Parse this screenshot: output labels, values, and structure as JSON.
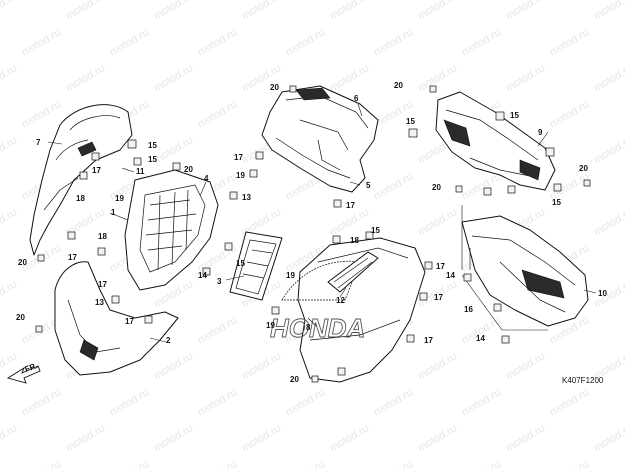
{
  "diagram": {
    "code": "K407F1200",
    "direction_label": "FR.",
    "watermark": "motod.ru",
    "honda_mark": "HONDA",
    "callouts": {
      "c2": "2",
      "c3": "3",
      "c4": "4",
      "c5": "5",
      "c6": "6",
      "c7": "7",
      "c8": "8",
      "c9": "9",
      "c10": "10",
      "c11": "11",
      "c12": "12",
      "c13a": "13",
      "c13b": "13",
      "c14a": "14",
      "c14b": "14",
      "c14c": "14",
      "c15a": "15",
      "c15b": "15",
      "c15c": "15",
      "c15d": "15",
      "c15e": "15",
      "c15f": "15",
      "c15g": "15",
      "c16": "16",
      "c17a": "17",
      "c17b": "17",
      "c17c": "17",
      "c17d": "17",
      "c17e": "17",
      "c17f": "17",
      "c17g": "17",
      "c17h": "17",
      "c17i": "17",
      "c18a": "18",
      "c18b": "18",
      "c18c": "18",
      "c19a": "19",
      "c19b": "19",
      "c19c": "19",
      "c19d": "19",
      "c20a": "20",
      "c20b": "20",
      "c20c": "20",
      "c20d": "20",
      "c20e": "20",
      "c20f": "20",
      "c20g": "20",
      "c20h": "20",
      "c1": "1"
    }
  }
}
